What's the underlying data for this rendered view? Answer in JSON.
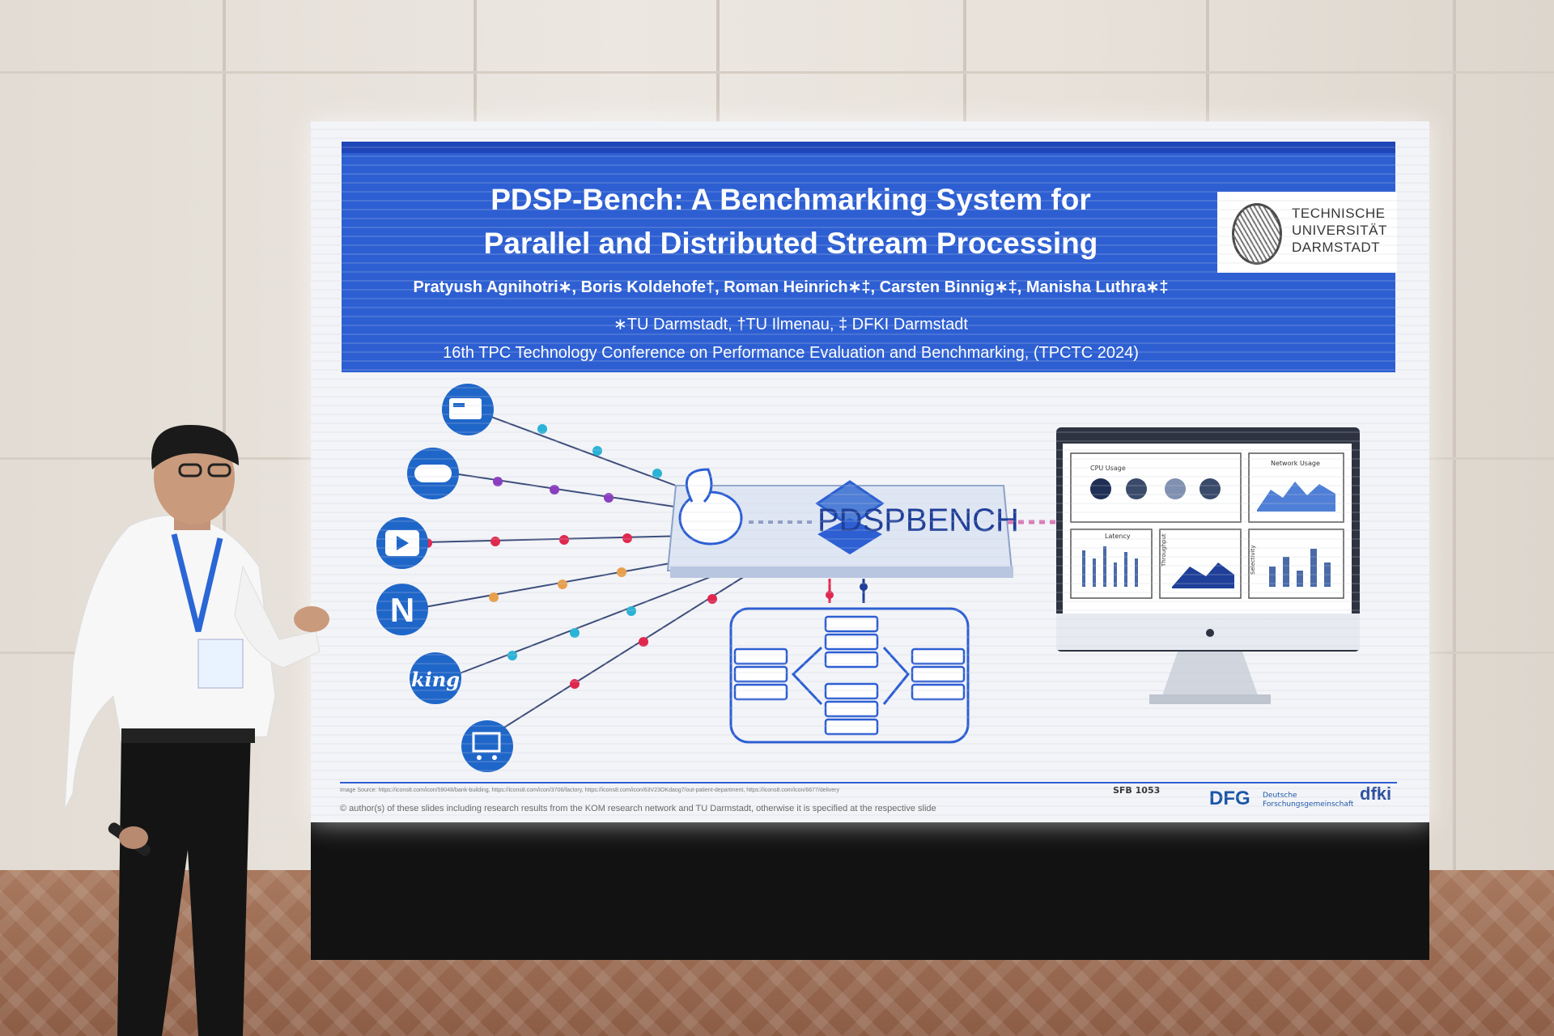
{
  "slide": {
    "title_line1": "PDSP-Bench: A Benchmarking System for",
    "title_line2": "Parallel and Distributed Stream Processing",
    "authors": "Pratyush Agnihotri∗, Boris Koldehofe†, Roman Heinrich∗‡, Carsten Binnig∗‡, Manisha Luthra∗‡",
    "affiliations": "∗TU Darmstadt, †TU Ilmenau, ‡ DFKI Darmstadt",
    "conference": "16th TPC Technology Conference on Performance Evaluation and Benchmarking, (TPCTC 2024)",
    "university_logo": [
      "TECHNISCHE",
      "UNIVERSITÄT",
      "DARMSTADT"
    ],
    "system_name": "PDSPBENCH",
    "dashboard": {
      "panel_cpu": "CPU Usage",
      "panel_network": "Network Usage",
      "panel_latency": "Latency",
      "panel_throughput": "Throughput",
      "panel_selectivity": "Selectivity"
    },
    "source_icons": [
      "credit-card-icon",
      "gamepad-icon",
      "video-play-icon",
      "netflix-icon",
      "king-icon",
      "shopping-cart-icon"
    ],
    "footer": {
      "image_source": "Image Source: https://icons8.com/icon/59048/bank-building, https://icons8.com/icon/3706/factory, https://icons8.com/icon/63V23OKdaog7/out-patient-department, https://icons8.com/icon/6677/delivery",
      "copyright": "© author(s) of these slides including research results from the KOM research network and TU Darmstadt, otherwise it is specified at the respective slide",
      "sfb": "SFB 1053",
      "dfg": "DFG",
      "dfg_sub_1": "Deutsche",
      "dfg_sub_2": "Forschungsgemeinschaft",
      "dfki": "dfki"
    }
  },
  "colors": {
    "banner": "#2d5fd3",
    "icon_blue": "#1f66c9",
    "dot_teal": "#2ab3d6",
    "dot_purple": "#8a3fbf",
    "dot_red": "#e0284f",
    "dot_orange": "#e8a04c"
  }
}
